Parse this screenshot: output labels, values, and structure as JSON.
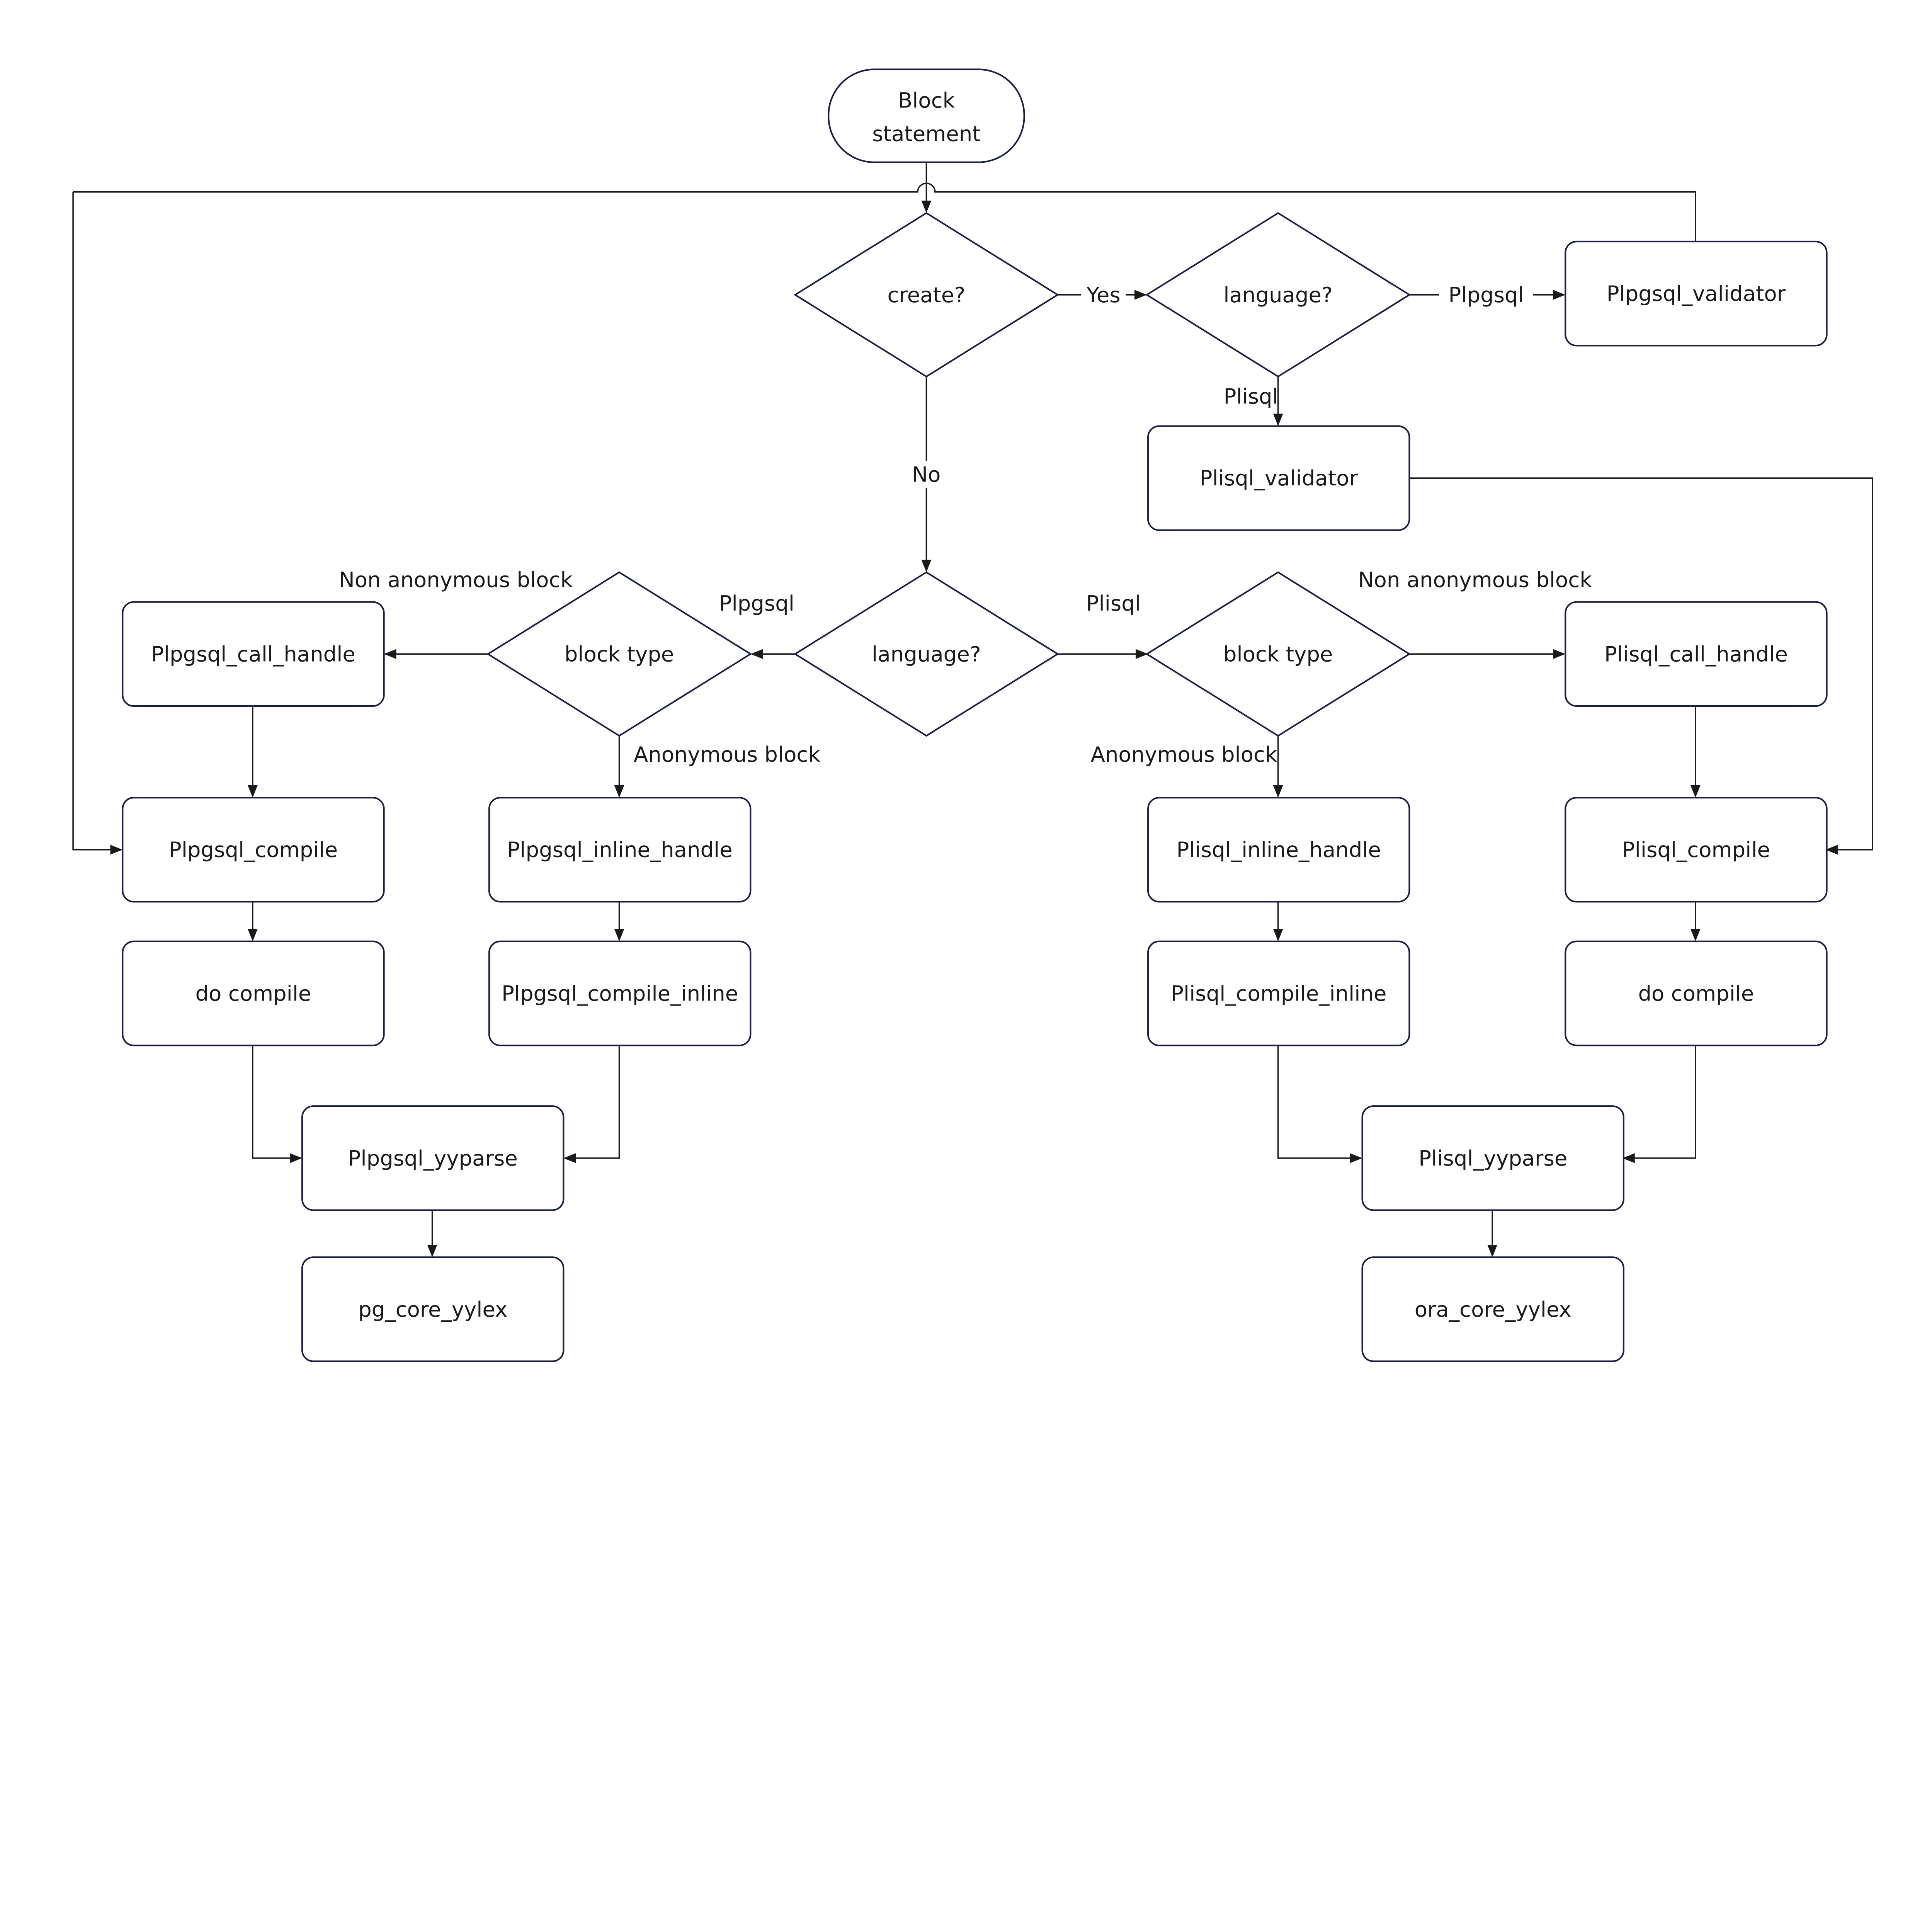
{
  "nodes": {
    "start": [
      "Block",
      "statement"
    ],
    "create_q": "create?",
    "lang_q_top": "language?",
    "plpgsql_validator": "Plpgsql_validator",
    "plisql_validator": "Plisql_validator",
    "lang_q_mid": "language?",
    "block_type_left": "block type",
    "block_type_right": "block type",
    "plpgsql_call_handle": "Plpgsql_call_handle",
    "plisql_call_handle": "Plisql_call_handle",
    "plpgsql_compile": "Plpgsql_compile",
    "plpgsql_inline_handle": "Plpgsql_inline_handle",
    "plisql_inline_handle": "Plisql_inline_handle",
    "plisql_compile": "Plisql_compile",
    "do_compile_left": "do compile",
    "plpgsql_compile_inline": "Plpgsql_compile_inline",
    "plisql_compile_inline": "Plisql_compile_inline",
    "do_compile_right": "do compile",
    "plpgsql_yyparse": "Plpgsql_yyparse",
    "plisql_yyparse": "Plisql_yyparse",
    "pg_core_yylex": "pg_core_yylex",
    "ora_core_yylex": "ora_core_yylex"
  },
  "edge_labels": {
    "yes": "Yes",
    "no": "No",
    "top_plpgsql": "Plpgsql",
    "top_plisql": "Plisql",
    "mid_plpgsql": "Plpgsql",
    "mid_plisql": "Plisql",
    "left_non_anonymous": "Non anonymous block",
    "left_anonymous": "Anonymous block",
    "right_non_anonymous": "Non anonymous block",
    "right_anonymous": "Anonymous block"
  },
  "colors": {
    "shape_stroke": "#1c1f45",
    "edge": "#1a1a1a"
  }
}
